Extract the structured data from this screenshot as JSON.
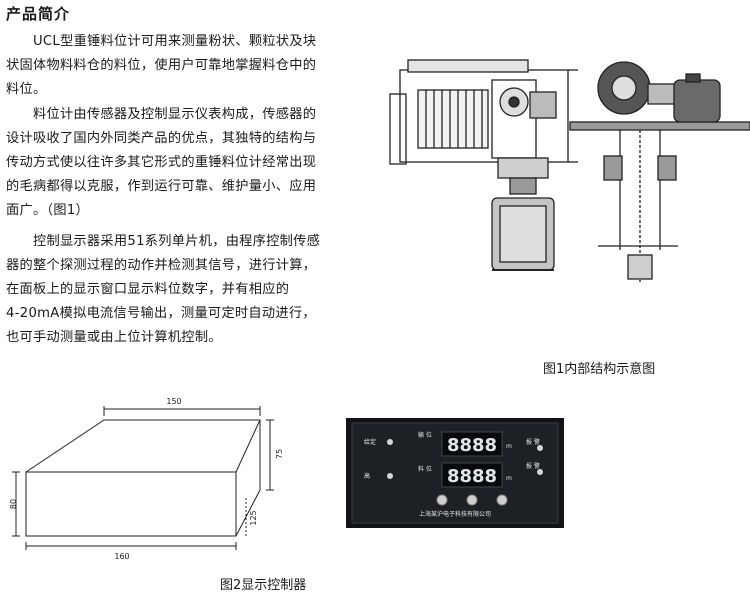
{
  "heading": "产品简介",
  "paragraphs": [
    {
      "id": "p1",
      "lines": [
        "　　UCL型重锤料位计可用来测量粉状、颗粒状及块",
        "状固体物料料仓的料位，使用户可靠地掌握料仓中的",
        "料位。"
      ]
    },
    {
      "id": "p2",
      "lines": [
        "　　料位计由传感器及控制显示仪表构成，传感器的",
        "设计吸收了国内外同类产品的优点，其独特的结构与",
        "传动方式使以往许多其它形式的重锤料位计经常出现",
        "的毛病都得以克服，作到运行可靠、维护量小、应用",
        "面广。（图1）"
      ]
    },
    {
      "id": "p3",
      "lines": [
        "　　控制显示器采用51系列单片机，由程序控制传感",
        "器的整个探测过程的动作并检测其信号，进行计算，",
        "在面板上的显示窗口显示料位数字，并有相应的",
        "4-20mA模拟电流信号输出，测量可定时自动进行，",
        "也可手动测量或由上位计算机控制。"
      ]
    }
  ],
  "figure1": {
    "caption": "图1内部结构示意图"
  },
  "figure2": {
    "caption": "图2显示控制器",
    "dims": {
      "top_width": "150",
      "bottom_width": "160",
      "left_height": "80",
      "right_height": "75",
      "depth": "125"
    },
    "panel": {
      "top_label": "给定",
      "top_value_label": "输 位",
      "bottom_label": "高",
      "bottom_value_label": "料 位",
      "top_display": "8888",
      "bottom_display": "8888",
      "unit": "m",
      "right_label_top": "报 警",
      "right_label_bottom": "报 警",
      "brand": "上海某沪电子科技有限公司"
    }
  }
}
